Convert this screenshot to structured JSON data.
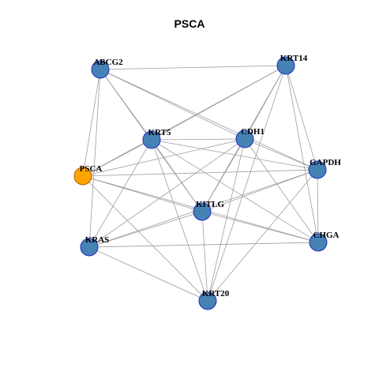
{
  "title": "PSCA",
  "colors": {
    "node_fill": "#4682b4",
    "node_stroke": "#1f2fbf",
    "focus_fill": "#ffa500",
    "focus_stroke": "#b05a00",
    "edge": "#9e9e9e"
  },
  "nodes": [
    {
      "id": "ABCG2",
      "focus": false
    },
    {
      "id": "KRT14",
      "focus": false
    },
    {
      "id": "KRT5",
      "focus": false
    },
    {
      "id": "CDH1",
      "focus": false
    },
    {
      "id": "PSCA",
      "focus": true
    },
    {
      "id": "GAPDH",
      "focus": false
    },
    {
      "id": "KITLG",
      "focus": false
    },
    {
      "id": "KRAS",
      "focus": false
    },
    {
      "id": "CHGA",
      "focus": false
    },
    {
      "id": "KRT20",
      "focus": false
    }
  ],
  "edges": [
    [
      "ABCG2",
      "KRT14"
    ],
    [
      "ABCG2",
      "KRT5"
    ],
    [
      "ABCG2",
      "CDH1"
    ],
    [
      "ABCG2",
      "PSCA"
    ],
    [
      "ABCG2",
      "GAPDH"
    ],
    [
      "ABCG2",
      "KITLG"
    ],
    [
      "ABCG2",
      "KRAS"
    ],
    [
      "KRT14",
      "KRT5"
    ],
    [
      "KRT14",
      "CDH1"
    ],
    [
      "KRT14",
      "PSCA"
    ],
    [
      "KRT14",
      "GAPDH"
    ],
    [
      "KRT14",
      "KITLG"
    ],
    [
      "KRT14",
      "CHGA"
    ],
    [
      "KRT14",
      "KRT20"
    ],
    [
      "KRT5",
      "CDH1"
    ],
    [
      "KRT5",
      "PSCA"
    ],
    [
      "KRT5",
      "GAPDH"
    ],
    [
      "KRT5",
      "KITLG"
    ],
    [
      "KRT5",
      "KRAS"
    ],
    [
      "KRT5",
      "CHGA"
    ],
    [
      "KRT5",
      "KRT20"
    ],
    [
      "CDH1",
      "PSCA"
    ],
    [
      "CDH1",
      "GAPDH"
    ],
    [
      "CDH1",
      "KITLG"
    ],
    [
      "CDH1",
      "KRAS"
    ],
    [
      "CDH1",
      "CHGA"
    ],
    [
      "CDH1",
      "KRT20"
    ],
    [
      "PSCA",
      "GAPDH"
    ],
    [
      "PSCA",
      "KITLG"
    ],
    [
      "PSCA",
      "CHGA"
    ],
    [
      "PSCA",
      "KRT20"
    ],
    [
      "GAPDH",
      "KITLG"
    ],
    [
      "GAPDH",
      "KRAS"
    ],
    [
      "GAPDH",
      "CHGA"
    ],
    [
      "GAPDH",
      "KRT20"
    ],
    [
      "KITLG",
      "KRAS"
    ],
    [
      "KITLG",
      "CHGA"
    ],
    [
      "KITLG",
      "KRT20"
    ],
    [
      "KRAS",
      "CHGA"
    ],
    [
      "KRAS",
      "KRT20"
    ]
  ]
}
